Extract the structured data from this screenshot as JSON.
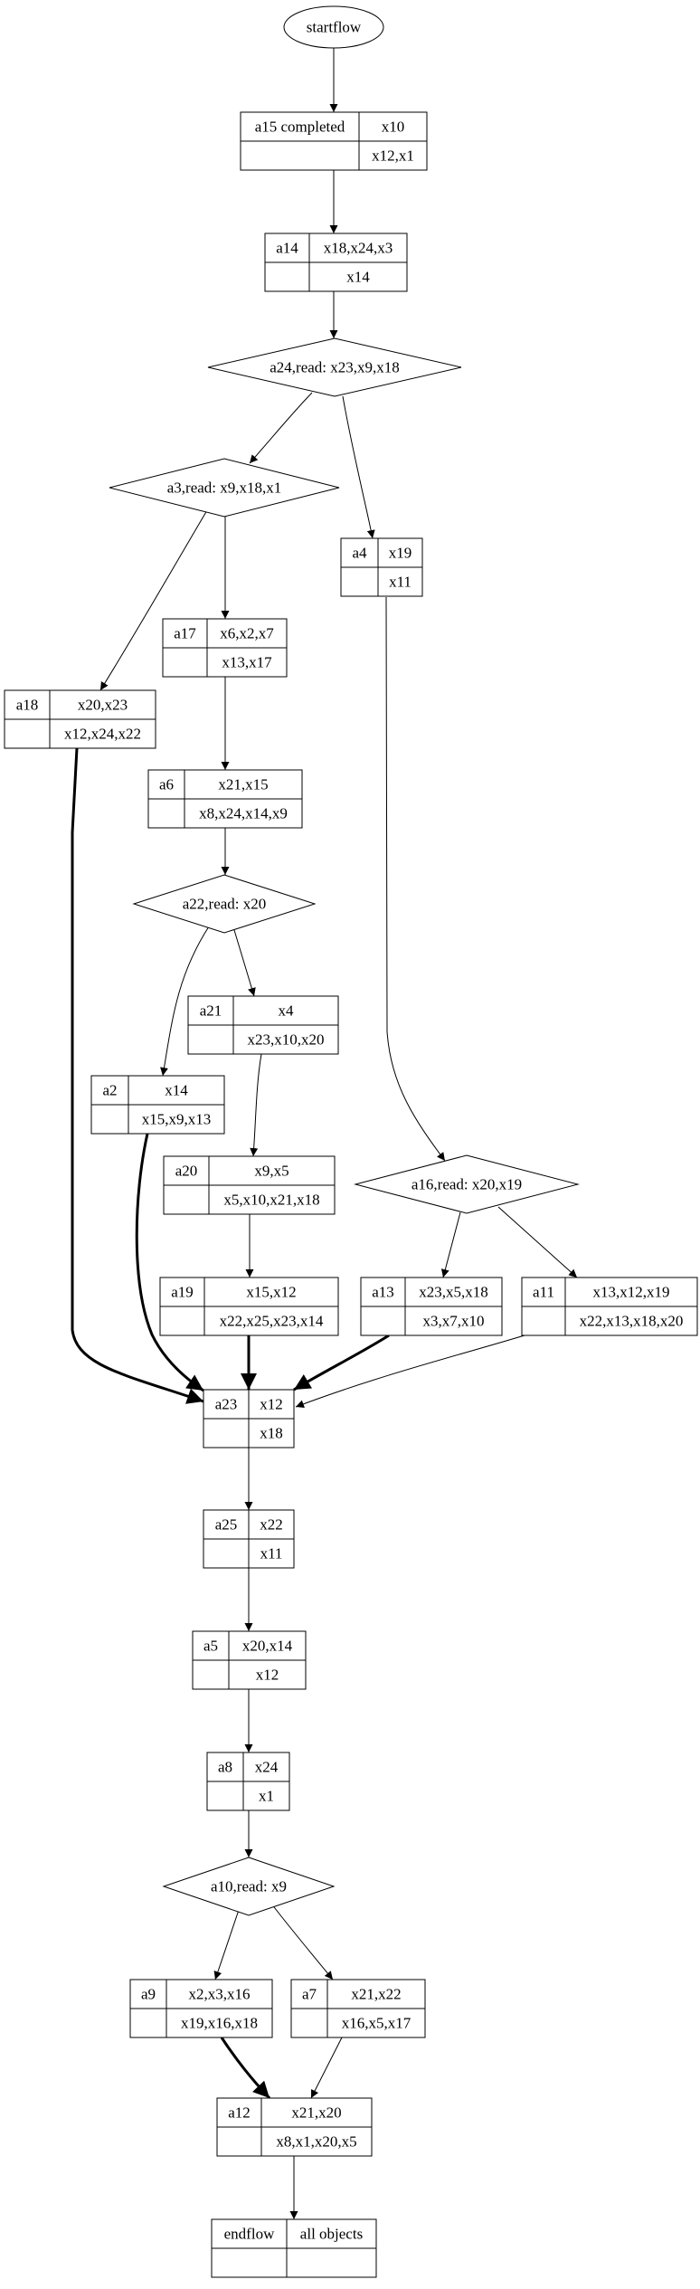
{
  "diagram": {
    "type": "flowchart",
    "nodes": [
      {
        "id": "startflow",
        "shape": "ellipse",
        "label": "startflow"
      },
      {
        "id": "a15",
        "shape": "record",
        "label": "a15 completed",
        "top": "x10",
        "bottom": "x12,x1"
      },
      {
        "id": "a14",
        "shape": "record",
        "label": "a14",
        "top": "x18,x24,x3",
        "bottom": "x14"
      },
      {
        "id": "a24",
        "shape": "diamond",
        "label": "a24,read: x23,x9,x18"
      },
      {
        "id": "a3",
        "shape": "diamond",
        "label": "a3,read: x9,x18,x1"
      },
      {
        "id": "a4",
        "shape": "record",
        "label": "a4",
        "top": "x19",
        "bottom": "x11"
      },
      {
        "id": "a17",
        "shape": "record",
        "label": "a17",
        "top": "x6,x2,x7",
        "bottom": "x13,x17"
      },
      {
        "id": "a18",
        "shape": "record",
        "label": "a18",
        "top": "x20,x23",
        "bottom": "x12,x24,x22"
      },
      {
        "id": "a6",
        "shape": "record",
        "label": "a6",
        "top": "x21,x15",
        "bottom": "x8,x24,x14,x9"
      },
      {
        "id": "a22",
        "shape": "diamond",
        "label": "a22,read: x20"
      },
      {
        "id": "a21",
        "shape": "record",
        "label": "a21",
        "top": "x4",
        "bottom": "x23,x10,x20"
      },
      {
        "id": "a2",
        "shape": "record",
        "label": "a2",
        "top": "x14",
        "bottom": "x15,x9,x13"
      },
      {
        "id": "a20",
        "shape": "record",
        "label": "a20",
        "top": "x9,x5",
        "bottom": "x5,x10,x21,x18"
      },
      {
        "id": "a16",
        "shape": "diamond",
        "label": "a16,read: x20,x19"
      },
      {
        "id": "a19",
        "shape": "record",
        "label": "a19",
        "top": "x15,x12",
        "bottom": "x22,x25,x23,x14"
      },
      {
        "id": "a13",
        "shape": "record",
        "label": "a13",
        "top": "x23,x5,x18",
        "bottom": "x3,x7,x10"
      },
      {
        "id": "a11",
        "shape": "record",
        "label": "a11",
        "top": "x13,x12,x19",
        "bottom": "x22,x13,x18,x20"
      },
      {
        "id": "a23",
        "shape": "record",
        "label": "a23",
        "top": "x12",
        "bottom": "x18"
      },
      {
        "id": "a25",
        "shape": "record",
        "label": "a25",
        "top": "x22",
        "bottom": "x11"
      },
      {
        "id": "a5",
        "shape": "record",
        "label": "a5",
        "top": "x20,x14",
        "bottom": "x12"
      },
      {
        "id": "a8",
        "shape": "record",
        "label": "a8",
        "top": "x24",
        "bottom": "x1"
      },
      {
        "id": "a10",
        "shape": "diamond",
        "label": "a10,read: x9"
      },
      {
        "id": "a9",
        "shape": "record",
        "label": "a9",
        "top": "x2,x3,x16",
        "bottom": "x19,x16,x18"
      },
      {
        "id": "a7",
        "shape": "record",
        "label": "a7",
        "top": "x21,x22",
        "bottom": "x16,x5,x17"
      },
      {
        "id": "a12",
        "shape": "record",
        "label": "a12",
        "top": "x21,x20",
        "bottom": "x8,x1,x20,x5"
      },
      {
        "id": "endflow",
        "shape": "record",
        "label": "endflow",
        "top": "all objects",
        "bottom": ""
      }
    ],
    "edges": [
      {
        "from": "startflow",
        "to": "a15",
        "bold": false
      },
      {
        "from": "a15",
        "to": "a14",
        "bold": false
      },
      {
        "from": "a14",
        "to": "a24",
        "bold": false
      },
      {
        "from": "a24",
        "to": "a3",
        "bold": false
      },
      {
        "from": "a24",
        "to": "a4",
        "bold": false
      },
      {
        "from": "a3",
        "to": "a18",
        "bold": false
      },
      {
        "from": "a3",
        "to": "a17",
        "bold": false
      },
      {
        "from": "a17",
        "to": "a6",
        "bold": false
      },
      {
        "from": "a6",
        "to": "a22",
        "bold": false
      },
      {
        "from": "a22",
        "to": "a2",
        "bold": false
      },
      {
        "from": "a22",
        "to": "a21",
        "bold": false
      },
      {
        "from": "a21",
        "to": "a20",
        "bold": false
      },
      {
        "from": "a20",
        "to": "a19",
        "bold": false
      },
      {
        "from": "a4",
        "to": "a16",
        "bold": false
      },
      {
        "from": "a16",
        "to": "a13",
        "bold": false
      },
      {
        "from": "a16",
        "to": "a11",
        "bold": false
      },
      {
        "from": "a18",
        "to": "a23",
        "bold": true
      },
      {
        "from": "a2",
        "to": "a23",
        "bold": true
      },
      {
        "from": "a19",
        "to": "a23",
        "bold": true
      },
      {
        "from": "a13",
        "to": "a23",
        "bold": true
      },
      {
        "from": "a11",
        "to": "a23",
        "bold": false
      },
      {
        "from": "a23",
        "to": "a25",
        "bold": false
      },
      {
        "from": "a25",
        "to": "a5",
        "bold": false
      },
      {
        "from": "a5",
        "to": "a8",
        "bold": false
      },
      {
        "from": "a8",
        "to": "a10",
        "bold": false
      },
      {
        "from": "a10",
        "to": "a9",
        "bold": false
      },
      {
        "from": "a10",
        "to": "a7",
        "bold": false
      },
      {
        "from": "a9",
        "to": "a12",
        "bold": true
      },
      {
        "from": "a7",
        "to": "a12",
        "bold": false
      },
      {
        "from": "a12",
        "to": "endflow",
        "bold": false
      }
    ]
  },
  "colors": {
    "stroke": "#000000",
    "background": "#ffffff"
  }
}
